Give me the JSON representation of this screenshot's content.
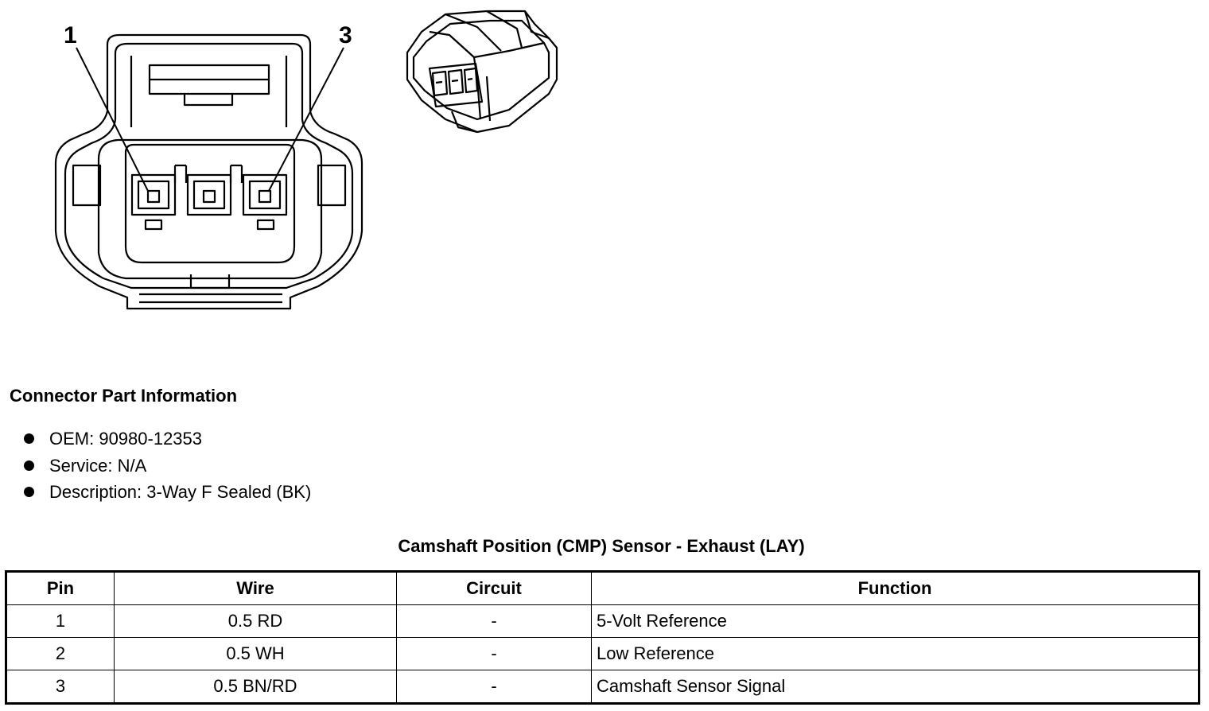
{
  "diagram": {
    "pin_labels": [
      "1",
      "3"
    ]
  },
  "connector_info": {
    "heading": "Connector Part Information",
    "items": [
      "OEM: 90980-12353",
      "Service: N/A",
      "Description: 3-Way F Sealed (BK)"
    ]
  },
  "table": {
    "title": "Camshaft Position (CMP) Sensor - Exhaust (LAY)",
    "headers": [
      "Pin",
      "Wire",
      "Circuit",
      "Function"
    ],
    "rows": [
      [
        "1",
        "0.5 RD",
        "-",
        "5-Volt Reference"
      ],
      [
        "2",
        "0.5 WH",
        "-",
        "Low Reference"
      ],
      [
        "3",
        "0.5 BN/RD",
        "-",
        "Camshaft Sensor Signal"
      ]
    ]
  }
}
